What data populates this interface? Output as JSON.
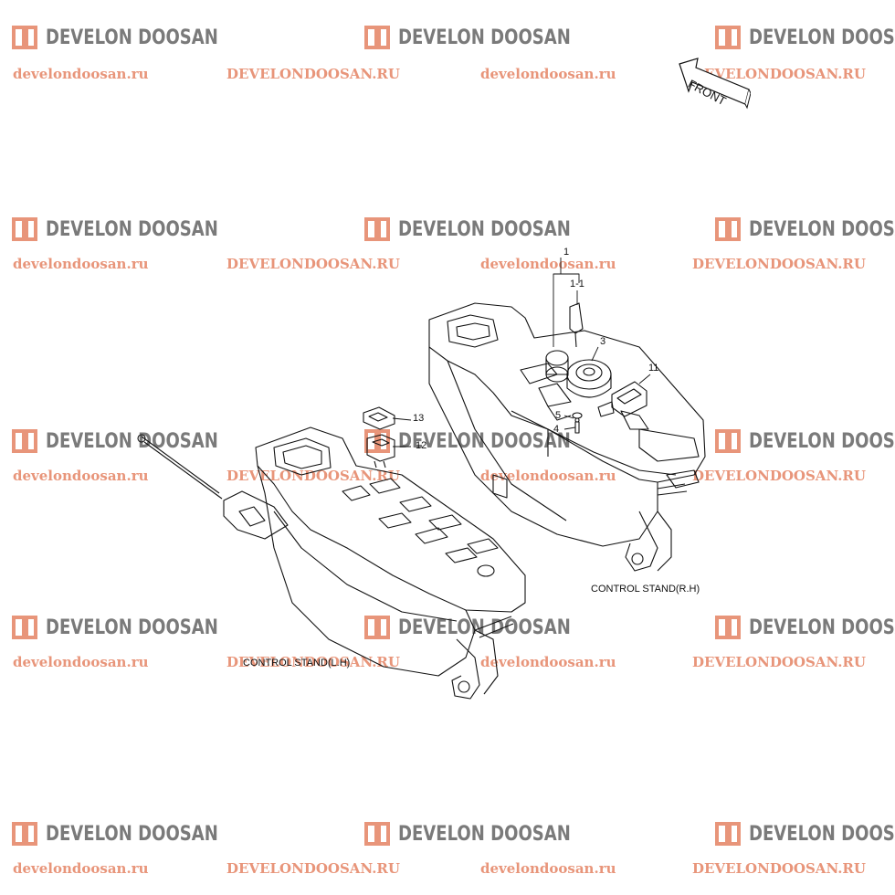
{
  "watermark": {
    "brand": "DEVELON DOOSAN",
    "url_lower": "develondoosan.ru",
    "url_upper": "DEVELONDOOSAN.RU",
    "brand_color": "#7a7a7a",
    "url_color": "#e8957a",
    "logo_color": "#e8957a"
  },
  "orientation_label": "FRONT",
  "callouts": {
    "c1": "1",
    "c1_1": "1-1",
    "c3": "3",
    "c11": "11",
    "c5": "5",
    "c4": "4",
    "c13": "13",
    "c12": "12"
  },
  "captions": {
    "right_stand": "CONTROL STAND(R.H)",
    "left_stand": "CONTROL STAND(L.H)"
  }
}
